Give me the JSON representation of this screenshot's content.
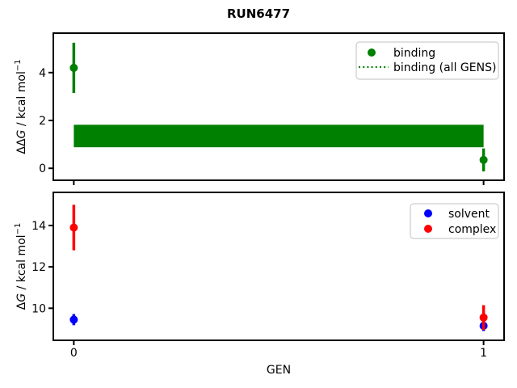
{
  "figure": {
    "title": "RUN6477",
    "background": "#ffffff"
  },
  "chart_data": [
    {
      "type": "scatter",
      "ylabel": "ΔΔG / kcal mol⁻¹",
      "ylabel_parts": {
        "prefix": "ΔΔ",
        "italic": "G",
        "unit": " / kcal mol",
        "sup": "−1"
      },
      "xlabel": "",
      "xlim": [
        -0.05,
        1.05
      ],
      "ylim": [
        -0.5,
        5.65
      ],
      "yticks": [
        0,
        2,
        4
      ],
      "xticks": [
        0,
        1
      ],
      "xtick_labels_visible": false,
      "grid": false,
      "legend": {
        "position": "upper right",
        "entries": [
          {
            "label": "binding",
            "marker": "dot",
            "color": "#008000"
          },
          {
            "label": "binding (all GENS)",
            "marker": "dotted-line",
            "color": "#008000"
          }
        ]
      },
      "series": [
        {
          "name": "binding (all GENS)",
          "type": "hband",
          "color": "#008000",
          "line_style": "dotted",
          "x_range": [
            0,
            1
          ],
          "y_center": 1.35,
          "y_low": 0.88,
          "y_high": 1.82
        },
        {
          "name": "binding",
          "type": "errorbar",
          "color": "#008000",
          "x": [
            0,
            1
          ],
          "y": [
            4.2,
            0.35
          ],
          "yerr": [
            1.05,
            0.48
          ]
        }
      ]
    },
    {
      "type": "scatter",
      "ylabel": "ΔG / kcal mol⁻¹",
      "ylabel_parts": {
        "prefix": "Δ",
        "italic": "G",
        "unit": " / kcal mol",
        "sup": "−1"
      },
      "xlabel": "GEN",
      "xlim": [
        -0.05,
        1.05
      ],
      "ylim": [
        8.45,
        15.6
      ],
      "yticks": [
        10,
        12,
        14
      ],
      "xticks": [
        0,
        1
      ],
      "xtick_labels_visible": true,
      "grid": false,
      "legend": {
        "position": "upper right",
        "entries": [
          {
            "label": "solvent",
            "marker": "dot",
            "color": "#0000ff"
          },
          {
            "label": "complex",
            "marker": "dot",
            "color": "#ff0000"
          }
        ]
      },
      "series": [
        {
          "name": "solvent",
          "type": "errorbar",
          "color": "#0000ff",
          "x": [
            0,
            1
          ],
          "y": [
            9.45,
            9.15
          ],
          "yerr": [
            0.27,
            0.25
          ]
        },
        {
          "name": "complex",
          "type": "errorbar",
          "color": "#ff0000",
          "x": [
            0,
            1
          ],
          "y": [
            13.9,
            9.55
          ],
          "yerr": [
            1.1,
            0.6
          ]
        }
      ]
    }
  ]
}
